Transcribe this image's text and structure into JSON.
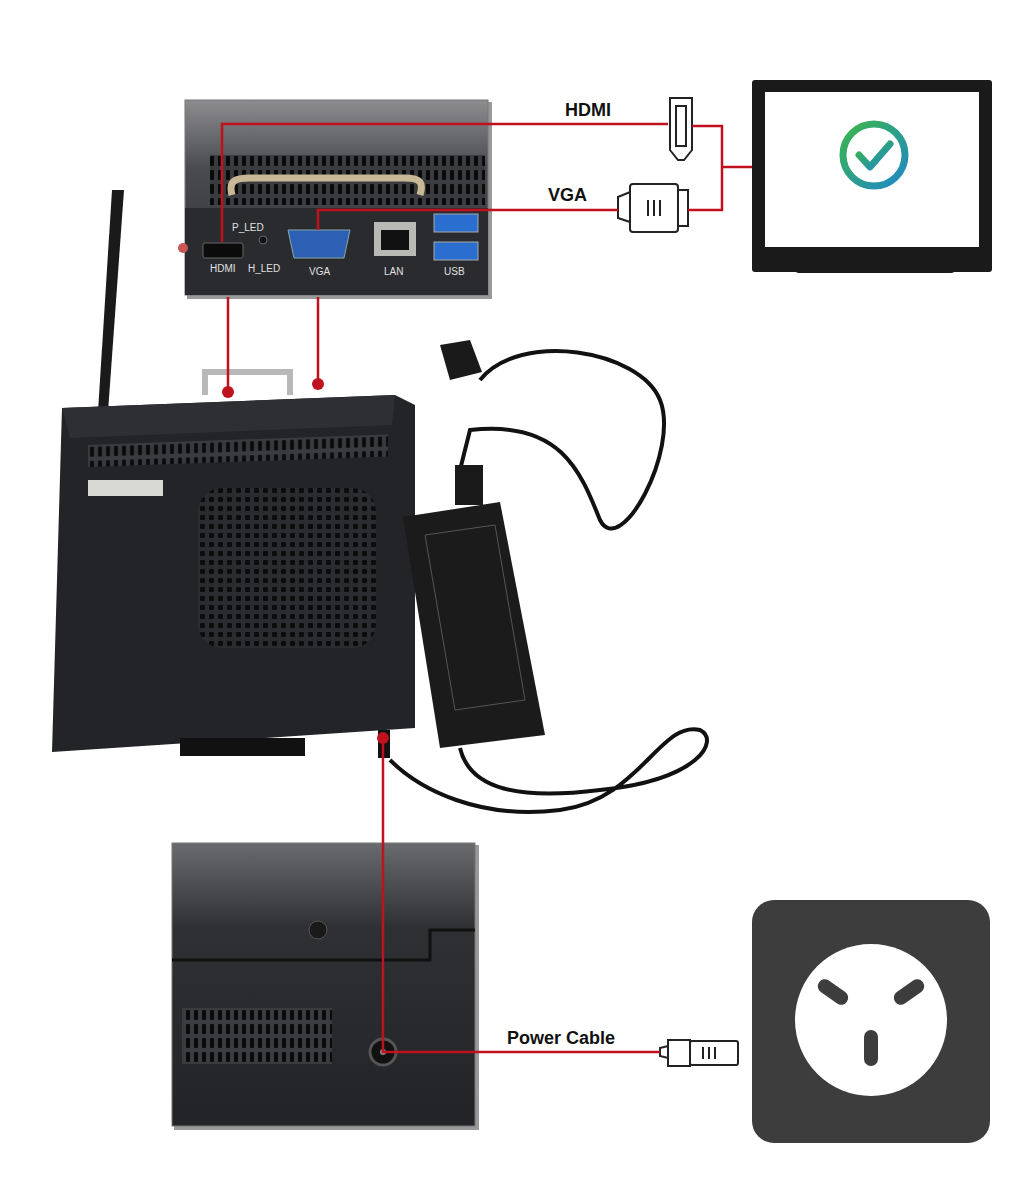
{
  "diagram": {
    "labels": [
      "HDMI",
      "VGA",
      "P_LED",
      "HDMI",
      "H_LED",
      "VGA",
      "LAN",
      "USB",
      "Power Cable"
    ]
  }
}
